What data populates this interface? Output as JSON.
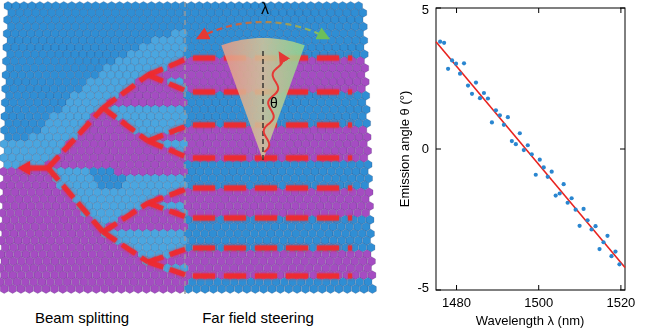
{
  "diagram": {
    "labels": [
      "λ",
      "θ",
      "Beam splitting",
      "Far field steering",
      "5",
      "0",
      "-5",
      "1480",
      "1500",
      "1520",
      "Emission angle θ (°)",
      "Wavelength λ (nm)"
    ]
  }
}
